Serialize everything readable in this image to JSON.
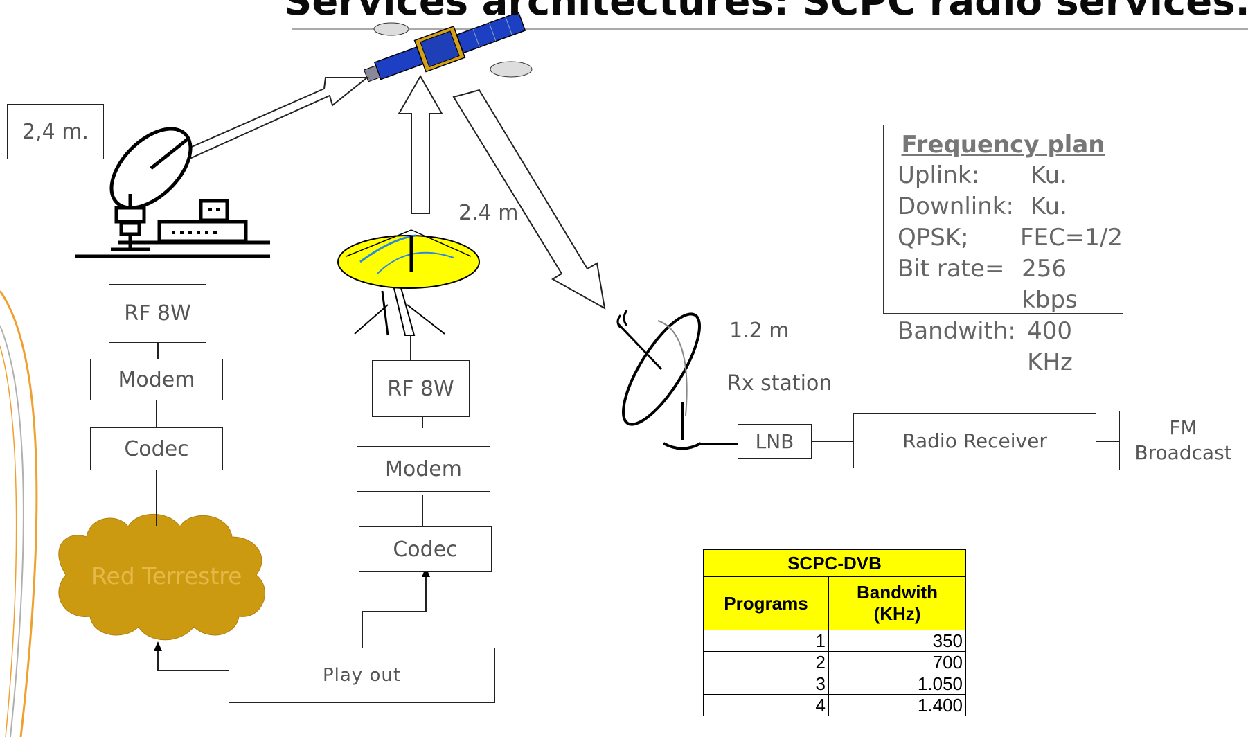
{
  "title": "Services architectures: SCPC radio services.",
  "labels": {
    "dish_left_size": "2,4 m.",
    "dish_center_size": "2.4 m",
    "dish_rx_size": "1.2 m",
    "rx_station": "Rx station"
  },
  "left_chain": {
    "rf": "RF 8W",
    "modem": "Modem",
    "codec": "Codec",
    "cloud": "Red Terrestre"
  },
  "center_chain": {
    "rf": "RF 8W",
    "modem": "Modem",
    "codec": "Codec",
    "playout": "Play out"
  },
  "rx_chain": {
    "lnb": "LNB",
    "receiver": "Radio Receiver",
    "fm": "FM Broadcast"
  },
  "frequency_plan": {
    "title": "Frequency plan",
    "rows": [
      {
        "key": "Uplink:",
        "value": "Ku."
      },
      {
        "key": "Downlink:",
        "value": "Ku."
      },
      {
        "key": "QPSK;",
        "value": "FEC=1/2"
      },
      {
        "key": "Bit rate=",
        "value": "256 kbps"
      },
      {
        "key": "Bandwith:",
        "value": "400 KHz"
      }
    ]
  },
  "scpc_table": {
    "title": "SCPC-DVB",
    "col_programs": "Programs",
    "col_bandwidth": "Bandwith (KHz)",
    "rows": [
      {
        "programs": "1",
        "bandwidth": "350"
      },
      {
        "programs": "2",
        "bandwidth": "700"
      },
      {
        "programs": "3",
        "bandwidth": "1.050"
      },
      {
        "programs": "4",
        "bandwidth": "1.400"
      }
    ]
  },
  "colors": {
    "cloud": "#cc9a10",
    "dish_yellow": "#ffff00",
    "table_header": "#ffff00",
    "accent_orange": "#f0a030"
  }
}
